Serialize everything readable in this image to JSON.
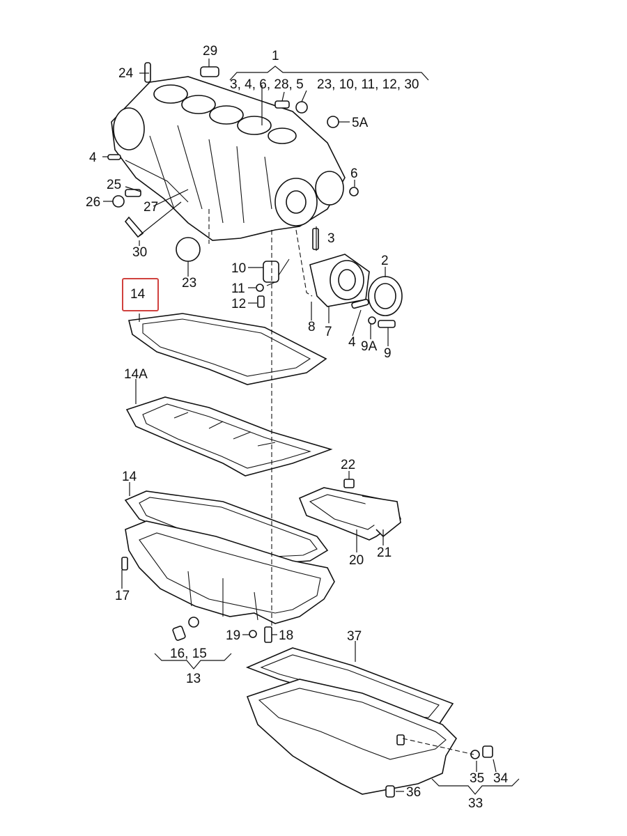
{
  "diagram": {
    "highlight_color": "#d0413e",
    "labels": {
      "n29": "29",
      "n1": "1",
      "n24": "24",
      "group1": "3, 4, 6, 28, 5",
      "group1b": "23, 10, 11, 12, 30",
      "n5A": "5A",
      "n4a": "4",
      "n6": "6",
      "n25": "25",
      "n26": "26",
      "n27": "27",
      "n30": "30",
      "n23": "23",
      "n3": "3",
      "n10": "10",
      "n11": "11",
      "n12": "12",
      "n2": "2",
      "n14_highlight": "14",
      "n8": "8",
      "n7": "7",
      "n4b": "4",
      "n9A": "9A",
      "n9": "9",
      "n14A": "14A",
      "n22": "22",
      "n14b": "14",
      "n17": "17",
      "n20": "20",
      "n21": "21",
      "n19": "19",
      "n18": "18",
      "n16_15": "16, 15",
      "n13": "13",
      "n37": "37",
      "n35": "35",
      "n34": "34",
      "n36": "36",
      "n33": "33"
    }
  }
}
